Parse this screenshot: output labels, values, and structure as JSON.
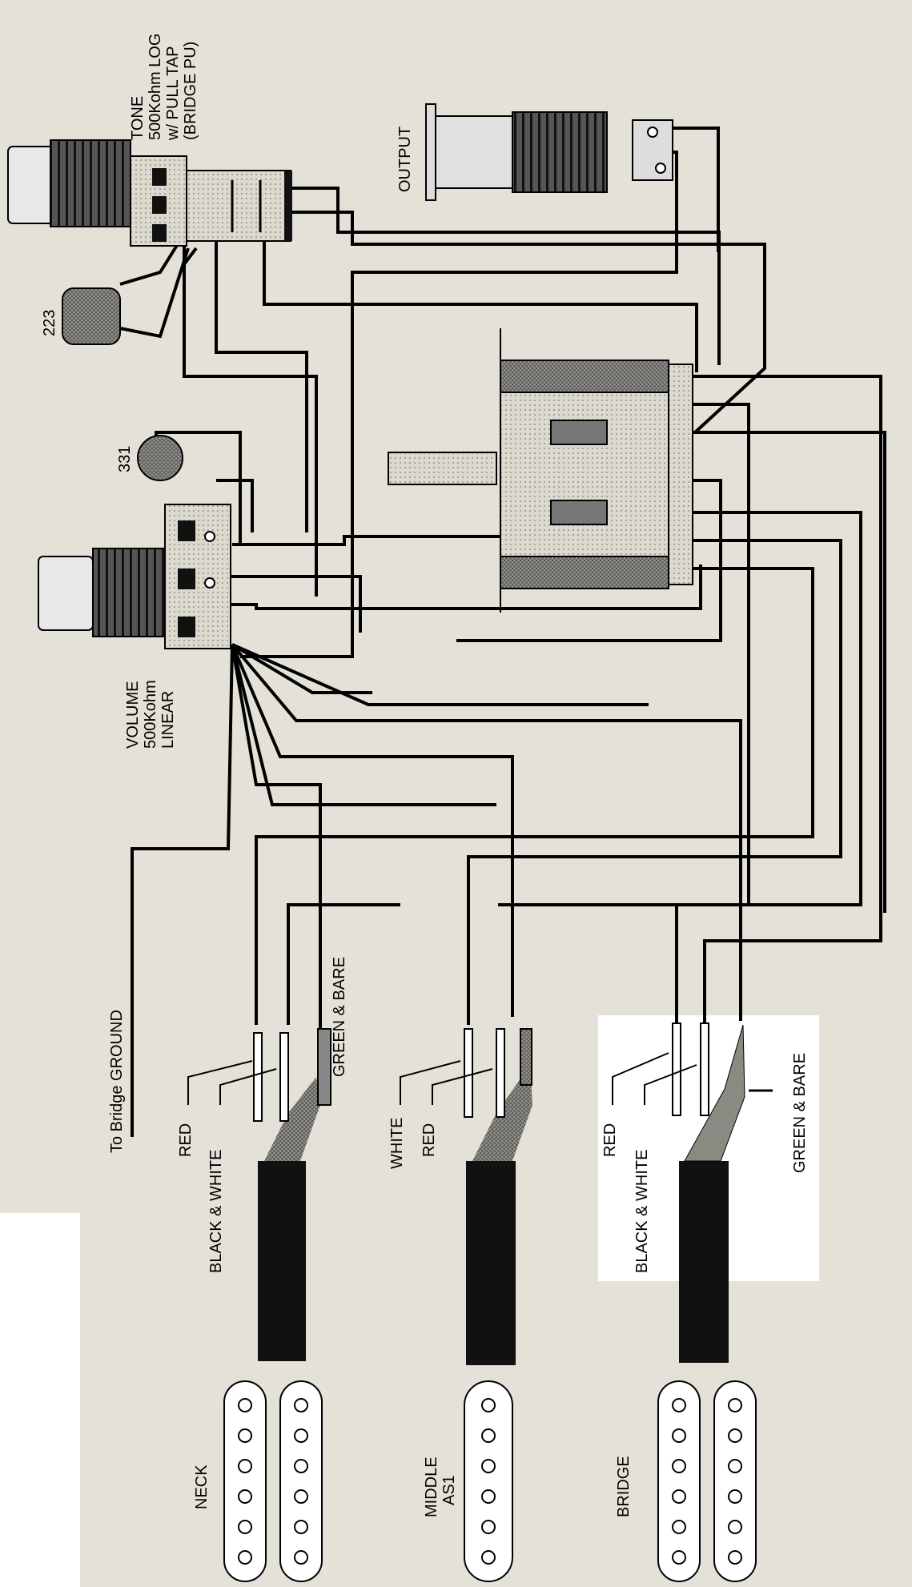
{
  "labels": {
    "tone_title": "TONE",
    "tone_value": "500Kohm LOG",
    "tone_tap": "w/ PULL TAP",
    "tone_note": "(BRIDGE PU)",
    "cap_tone": "223",
    "cap_volume": "331",
    "output": "OUTPUT",
    "volume_title": "VOLUME",
    "volume_value": "500Kohm",
    "volume_taper": "LINEAR",
    "bridge_ground": "To Bridge GROUND",
    "neck_red": "RED",
    "neck_black_white": "BLACK & WHITE",
    "neck_green_bare": "GREEN & BARE",
    "middle_white": "WHITE",
    "middle_red": "RED",
    "bridge_red": "RED",
    "bridge_black_white": "BLACK & WHITE",
    "bridge_green_bare": "GREEN & BARE",
    "pickup_neck": "NECK",
    "pickup_middle": "MIDDLE",
    "pickup_middle_model": "AS1",
    "pickup_bridge": "BRIDGE"
  },
  "colors": {
    "background": "#e4e2d8",
    "wire": "#000000",
    "cable": "#111111",
    "braid": "#8a8a82"
  }
}
